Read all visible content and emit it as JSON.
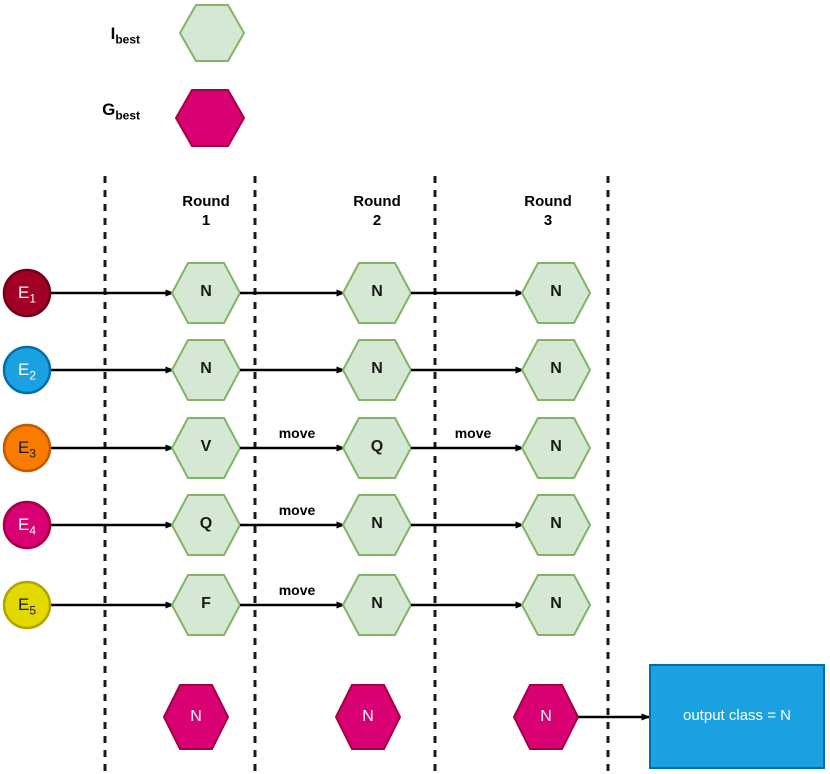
{
  "legend": {
    "items": [
      {
        "name": "ibest",
        "label_main": "I",
        "label_sub": "best",
        "shape": "hexagon-diamond",
        "fill": "#d5e8d4",
        "stroke": "#82b366"
      },
      {
        "name": "gbest",
        "label_main": "G",
        "label_sub": "best",
        "shape": "hexagon-diamond",
        "fill": "#d80073",
        "stroke": "#a50040"
      }
    ]
  },
  "rounds": [
    {
      "line1": "Round",
      "line2": "1"
    },
    {
      "line1": "Round",
      "line2": "2"
    },
    {
      "line1": "Round",
      "line2": "3"
    }
  ],
  "agents": [
    {
      "main": "E",
      "sub": "1",
      "fill": "#a20025",
      "stroke": "#6f0016",
      "text_color": "#ffffff"
    },
    {
      "main": "E",
      "sub": "2",
      "fill": "#1ba1e2",
      "stroke": "#006eaf",
      "text_color": "#ffffff"
    },
    {
      "main": "E",
      "sub": "3",
      "fill": "#f97b00",
      "stroke": "#bf5b00",
      "text_color": "#1a1a1a"
    },
    {
      "main": "E",
      "sub": "4",
      "fill": "#d80073",
      "stroke": "#a50040",
      "text_color": "#ffffff"
    },
    {
      "main": "E",
      "sub": "5",
      "fill": "#e3d800",
      "stroke": "#b0a500",
      "text_color": "#1a1a1a"
    }
  ],
  "grid": {
    "rows": [
      {
        "agent": "E1",
        "cells": [
          "N",
          "N",
          "N"
        ],
        "edge_labels": [
          "",
          ""
        ]
      },
      {
        "agent": "E2",
        "cells": [
          "N",
          "N",
          "N"
        ],
        "edge_labels": [
          "",
          ""
        ]
      },
      {
        "agent": "E3",
        "cells": [
          "V",
          "Q",
          "N"
        ],
        "edge_labels": [
          "move",
          "move"
        ]
      },
      {
        "agent": "E4",
        "cells": [
          "Q",
          "N",
          "N"
        ],
        "edge_labels": [
          "move",
          ""
        ]
      },
      {
        "agent": "E5",
        "cells": [
          "F",
          "N",
          "N"
        ],
        "edge_labels": [
          "move",
          ""
        ]
      }
    ]
  },
  "gbest_row": {
    "cells": [
      "N",
      "N",
      "N"
    ],
    "fill": "#d80073",
    "stroke": "#a50040"
  },
  "output": {
    "label": "output class = N",
    "fill": "#1ba1e2",
    "stroke": "#006eaf",
    "text_color": "#ffffff"
  },
  "colors": {
    "node_fill": "#d5e8d4",
    "node_stroke": "#82b366",
    "edge": "#000000",
    "divider": "#1a1a1a",
    "background": "#ffffff"
  }
}
